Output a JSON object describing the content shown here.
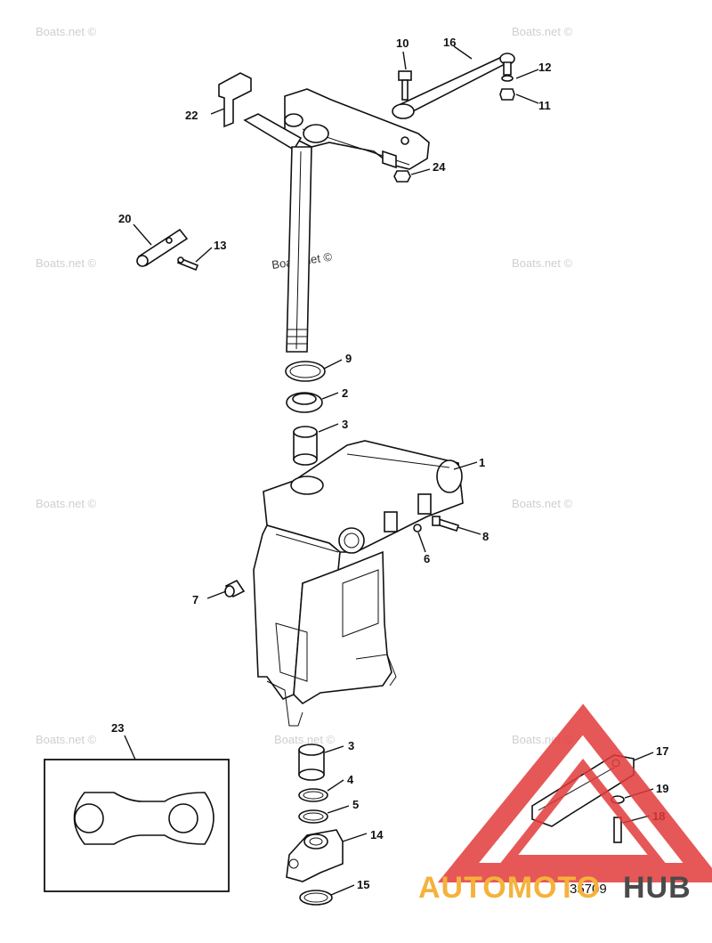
{
  "watermark": "Boats.net ©",
  "diagram_number": "35709",
  "brand": {
    "part1": "AUTOMOTO",
    "part2": "HUB",
    "color1": "#f5b23a",
    "color2": "#4a4a4a",
    "logo_color": "#e23b3b"
  },
  "callouts": {
    "c1": "1",
    "c2": "2",
    "c3a": "3",
    "c3b": "3",
    "c4": "4",
    "c5": "5",
    "c6": "6",
    "c7": "7",
    "c8": "8",
    "c9": "9",
    "c10": "10",
    "c11": "11",
    "c12": "12",
    "c13": "13",
    "c14": "14",
    "c15": "15",
    "c16": "16",
    "c17": "17",
    "c18": "18",
    "c19": "19",
    "c20": "20",
    "c22": "22",
    "c23": "23",
    "c24": "24"
  }
}
